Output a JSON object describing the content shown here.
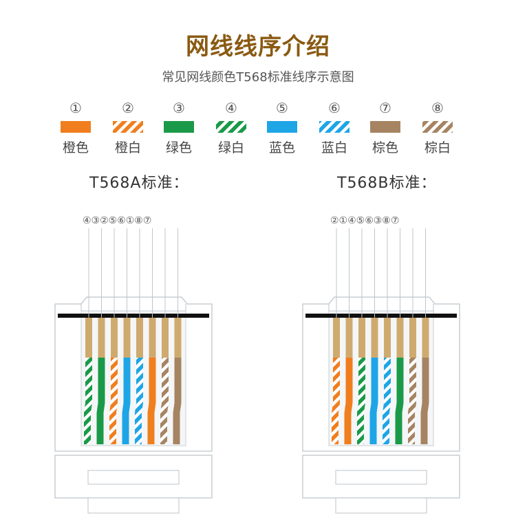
{
  "title": "网线线序介绍",
  "subtitle": "常见网线颜色T568标准线序示意图",
  "colors": {
    "title": "#8a5a12",
    "orange": "#f07e1e",
    "green": "#1a9a48",
    "blue": "#1ea5e6",
    "brown": "#a68462",
    "gold": "#cfaa6e"
  },
  "legend": [
    {
      "num": "①",
      "name": "橙色",
      "color": "orange",
      "striped": false
    },
    {
      "num": "②",
      "name": "橙白",
      "color": "orange",
      "striped": true
    },
    {
      "num": "③",
      "name": "绿色",
      "color": "green",
      "striped": false
    },
    {
      "num": "④",
      "name": "绿白",
      "color": "green",
      "striped": true
    },
    {
      "num": "⑤",
      "name": "蓝色",
      "color": "blue",
      "striped": false
    },
    {
      "num": "⑥",
      "name": "蓝白",
      "color": "blue",
      "striped": true
    },
    {
      "num": "⑦",
      "name": "棕色",
      "color": "brown",
      "striped": false
    },
    {
      "num": "⑧",
      "name": "棕白",
      "color": "brown",
      "striped": true
    }
  ],
  "standards": [
    {
      "title": "T568A标准：",
      "sequence": "④③②⑤⑥①⑧⑦",
      "order": [
        4,
        3,
        2,
        5,
        6,
        1,
        8,
        7
      ]
    },
    {
      "title": "T568B标准：",
      "sequence": "②①④⑤⑥③⑧⑦",
      "order": [
        2,
        1,
        4,
        5,
        6,
        3,
        8,
        7
      ]
    }
  ]
}
